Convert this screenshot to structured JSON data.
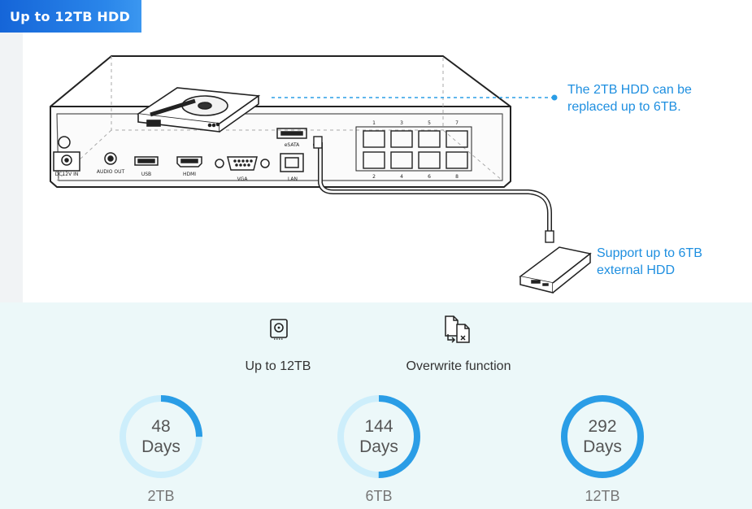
{
  "badge": {
    "label": "Up to 12TB HDD"
  },
  "device": {
    "port_labels": {
      "power": "DC12V IN",
      "audio": "AUDIO OUT",
      "usb": "USB",
      "hdmi": "HDMI",
      "vga": "VGA",
      "lan": "LAN",
      "esata": "eSATA",
      "poe_top": [
        "1",
        "3",
        "5",
        "7"
      ],
      "poe_bottom": [
        "2",
        "4",
        "6",
        "8"
      ]
    }
  },
  "callouts": {
    "internal_hdd": {
      "line1": "The 2TB HDD can be",
      "line2": "replaced up to 6TB."
    },
    "external_hdd": {
      "line1": "Support up to 6TB",
      "line2": "external HDD"
    }
  },
  "features": [
    {
      "label": "Up to 12TB",
      "icon": "hdd-icon"
    },
    {
      "label": "Overwrite function",
      "icon": "overwrite-icon"
    }
  ],
  "storage": [
    {
      "value": "48",
      "unit": "Days",
      "capacity": "2TB",
      "fill": 0.25
    },
    {
      "value": "144",
      "unit": "Days",
      "capacity": "6TB",
      "fill": 0.5
    },
    {
      "value": "292",
      "unit": "Days",
      "capacity": "12TB",
      "fill": 1.0
    }
  ],
  "colors": {
    "accent": "#2a9de6",
    "ring_track": "#cdeefb",
    "badge": "#1f74e0",
    "callout": "#1e8fe0",
    "bottom_bg": "#ecf8f9"
  }
}
